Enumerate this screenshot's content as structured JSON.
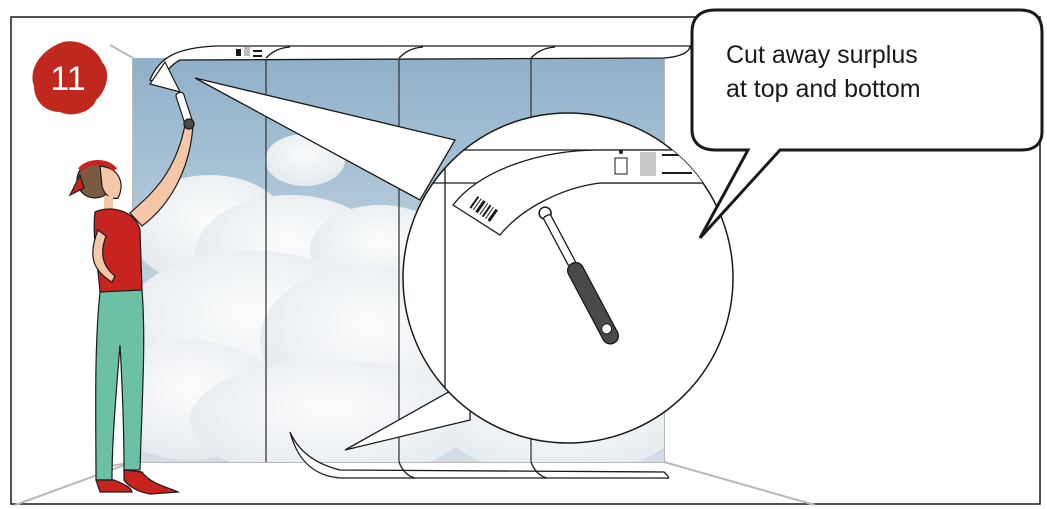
{
  "step": {
    "number": "11",
    "badge_color": "#c0281e"
  },
  "callout": {
    "lines": [
      "Cut away surplus",
      "at top and bottom"
    ]
  },
  "colors": {
    "outline": "#1a1a1a",
    "room_line": "#b9b9b9",
    "sky": "#a9c3d6",
    "woman_shirt": "#c8241f",
    "woman_trousers": "#6cc0a6",
    "woman_scarf": "#c8241f"
  },
  "icons": [
    "trim-knife-icon",
    "magnifier-callout",
    "speech-bubble"
  ]
}
